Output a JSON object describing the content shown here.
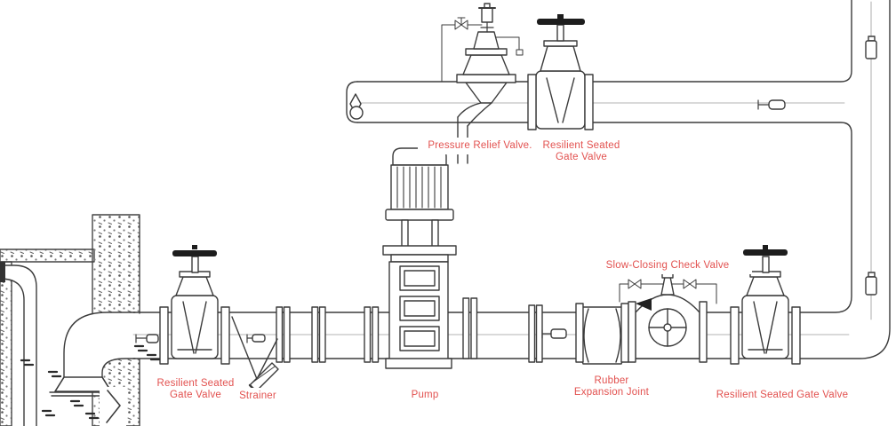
{
  "diagram": {
    "type": "piping-schematic",
    "labels": {
      "pressure_relief": {
        "line1": "Pressure Relief Valve."
      },
      "gate_valve_top": {
        "line1": "Resilient Seated",
        "line2": "Gate Valve"
      },
      "gate_valve_left": {
        "line1": "Resilient Seated",
        "line2": "Gate Valve"
      },
      "strainer": {
        "line1": "Strainer"
      },
      "pump": {
        "line1": "Pump"
      },
      "expansion_joint": {
        "line1": "Rubber",
        "line2": "Expansion Joint"
      },
      "check_valve": {
        "line1": "Slow-Closing Check Valve"
      },
      "gate_valve_right": {
        "line1": "Resilient Seated Gate Valve"
      }
    },
    "colors": {
      "label_text": "#e2514f",
      "label_background": "#ffffff",
      "line": "#3b3b3b",
      "wall_hatch": "#555555",
      "handwheel": "#1d1d1d"
    }
  }
}
